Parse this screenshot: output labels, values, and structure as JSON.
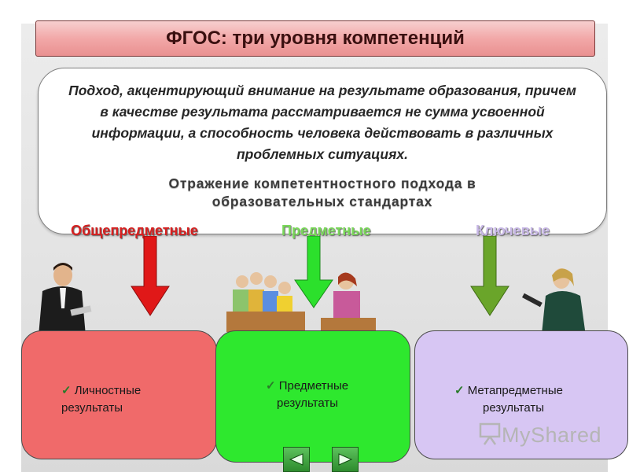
{
  "title": "ФГОС: три уровня компетенций",
  "description_lines": [
    "Подход, акцентирующий внимание на результате образования, причем",
    "в качестве результата рассматривается не сумма усвоенной",
    "информации, а способность человека действовать в различных",
    "проблемных ситуациях."
  ],
  "subtitle_lines": [
    "Отражение компетентностного подхода в",
    "образовательных стандартах"
  ],
  "categories": [
    {
      "label": "Общепредметные",
      "color": "#d62020"
    },
    {
      "label": "Предметные",
      "color": "#7ad85a"
    },
    {
      "label": "Ключевые",
      "color": "#c8b8e6"
    }
  ],
  "cards": [
    {
      "check": "✓",
      "line1": "Личностные",
      "line2": "результаты",
      "color": "#f06a6a"
    },
    {
      "check": "✓",
      "line1": "Предметные",
      "line2": "результаты",
      "color": "#2ee82e"
    },
    {
      "check": "✓",
      "line1": "Метапредметные",
      "line2": "результаты",
      "color": "#d7c6f3"
    }
  ],
  "watermark": "MyShared",
  "nav": {
    "prev": "previous-slide",
    "next": "next-slide"
  }
}
